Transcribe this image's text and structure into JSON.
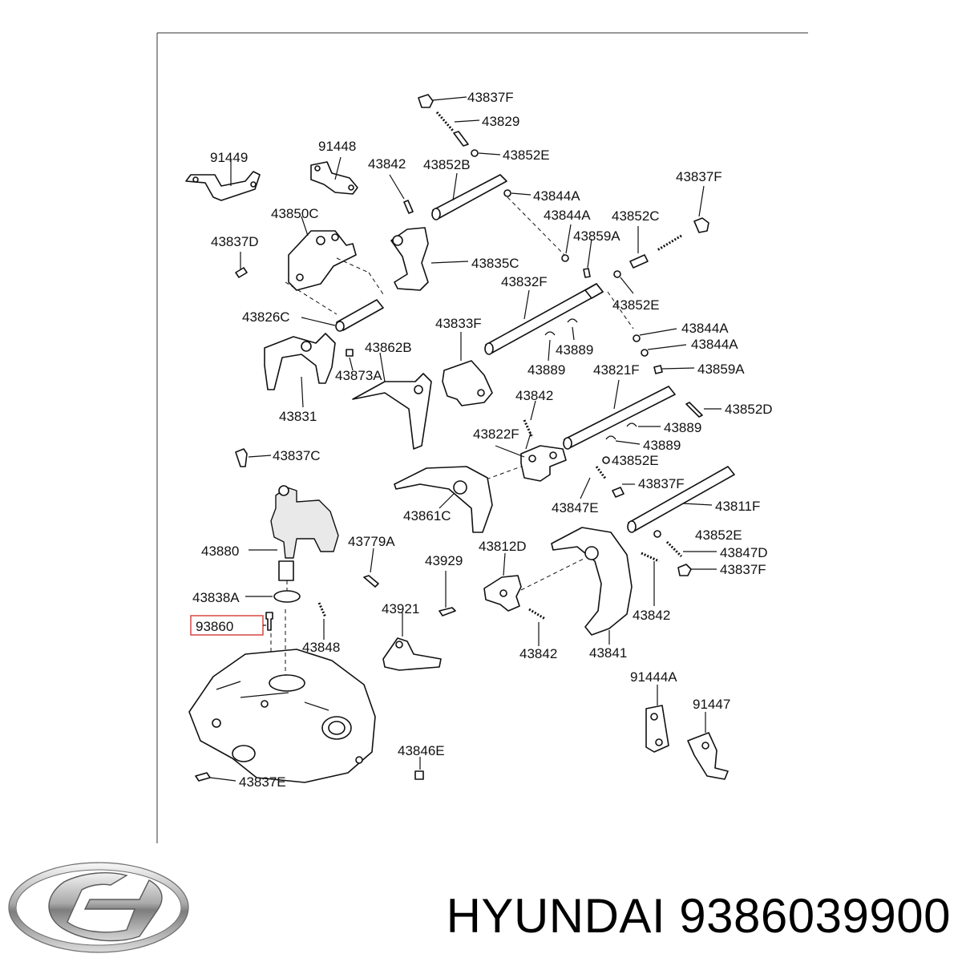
{
  "labels": {
    "p43837F_top": "43837F",
    "p43829": "43829",
    "p43852E_top": "43852E",
    "p91449": "91449",
    "p91448": "91448",
    "p43842_a": "43842",
    "p43852B": "43852B",
    "p43844A_a": "43844A",
    "p43837F_r": "43837F",
    "p43850C": "43850C",
    "p43844A_b": "43844A",
    "p43852C": "43852C",
    "p43837D": "43837D",
    "p43859A_a": "43859A",
    "p43835C": "43835C",
    "p43832F": "43832F",
    "p43852E_b": "43852E",
    "p43826C": "43826C",
    "p43833F": "43833F",
    "p43844A_c": "43844A",
    "p43862B": "43862B",
    "p43844A_d": "43844A",
    "p43889_a": "43889",
    "p43889_b": "43889",
    "p43873A": "43873A",
    "p43821F": "43821F",
    "p43859A_b": "43859A",
    "p43842_b": "43842",
    "p43831": "43831",
    "p43852D": "43852D",
    "p43822F": "43822F",
    "p43889_c": "43889",
    "p43889_d": "43889",
    "p43837C": "43837C",
    "p43852E_c": "43852E",
    "p43837F_c": "43837F",
    "p43861C": "43861C",
    "p43847E": "43847E",
    "p43811F": "43811F",
    "p43880": "43880",
    "p43779A": "43779A",
    "p43812D": "43812D",
    "p43852E_d": "43852E",
    "p43929": "43929",
    "p43847D": "43847D",
    "p43837F_d": "43837F",
    "p43838A": "43838A",
    "p43921": "43921",
    "p43842_c": "43842",
    "p93860": "93860",
    "p43848": "43848",
    "p43842_d": "43842",
    "p43841": "43841",
    "p91444A": "91444A",
    "p91447": "91447",
    "p43846E": "43846E",
    "p43837E": "43837E"
  },
  "highlight_color": "#d9534f",
  "footer": {
    "brand": "HYUNDAI",
    "part_number": "9386039900",
    "logo": "hyundai-logo"
  }
}
